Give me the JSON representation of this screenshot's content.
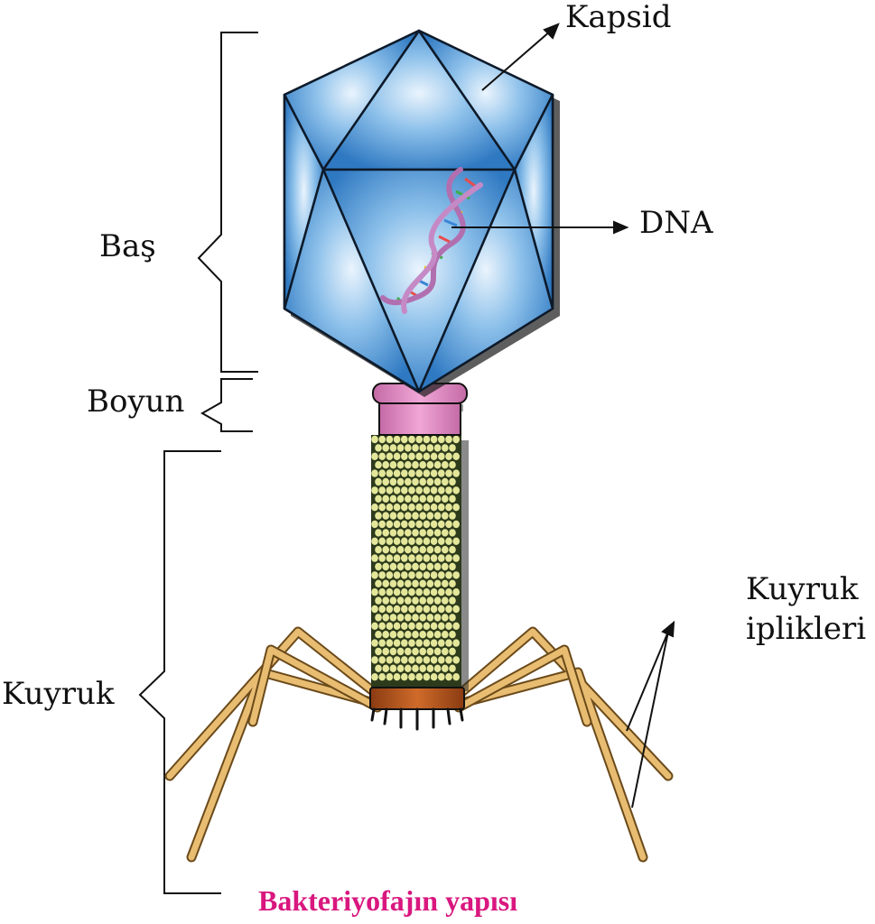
{
  "labels": {
    "kapsid": "Kapsid",
    "dna": "DNA",
    "bas": "Baş",
    "boyun": "Boyun",
    "kuyruk": "Kuyruk",
    "kuyruk_iplikleri_line1": "Kuyruk",
    "kuyruk_iplikleri_line2": "iplikleri"
  },
  "caption": "Bakteriyofajın yapısı",
  "colors": {
    "capsid": "#5b9fd6",
    "capsid_edge": "#0d1a2a",
    "collar": "#d880b8",
    "sheath": "#e4e79a",
    "baseplate": "#b55a1c",
    "fiber": "#e2b56a",
    "caption": "#d9177f"
  }
}
